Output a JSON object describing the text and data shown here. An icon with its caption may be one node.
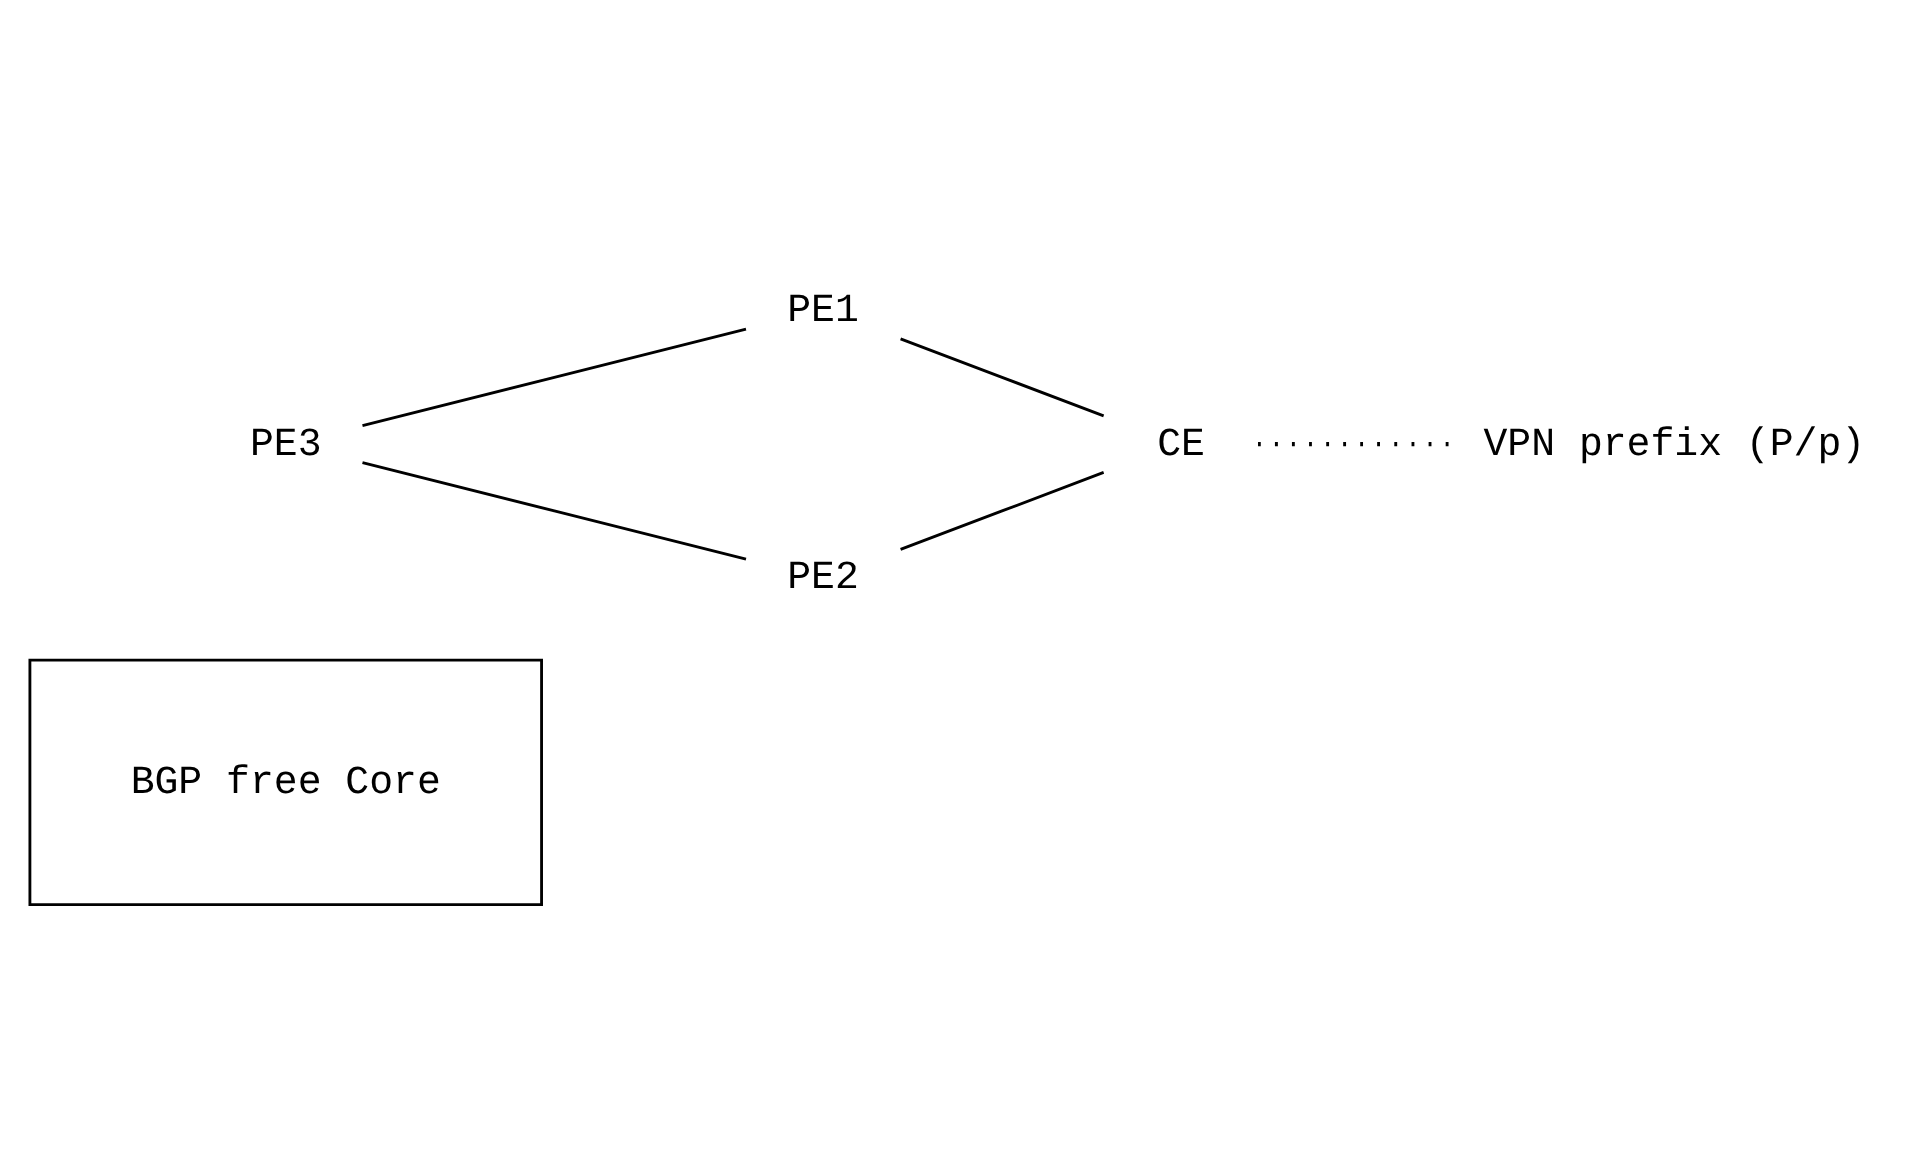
{
  "diagram": {
    "nodes": [
      {
        "text": [
          "BGP free Core"
        ]
      },
      {
        "text": [
          "PE1"
        ]
      },
      {
        "text": [
          "PE3"
        ]
      },
      {
        "text": [
          "CE"
        ]
      },
      {
        "text": [
          "PE2"
        ]
      },
      {
        "text": [
          "VPN prefix (P/p)"
        ]
      }
    ],
    "edges": [
      {
        "from": 2,
        "to": 1,
        "arrow": "none"
      },
      {
        "from": 1,
        "to": 3,
        "arrow": "none"
      },
      {
        "from": 2,
        "to": 4,
        "arrow": "none"
      },
      {
        "from": 4,
        "to": 3,
        "arrow": "none"
      },
      {
        "from": 3,
        "to": 5,
        "arrow": "none",
        "style": "dashed"
      }
    ]
  }
}
